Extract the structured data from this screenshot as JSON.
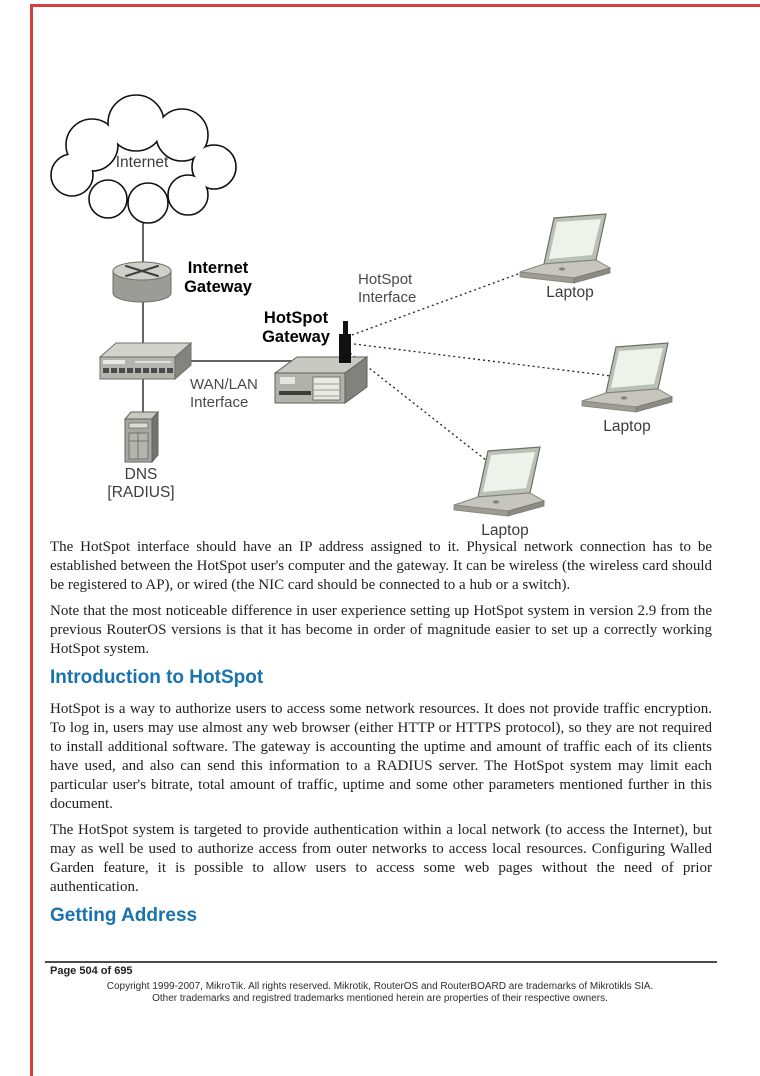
{
  "colors": {
    "red_border": "#d34040",
    "heading_blue": "#1973ad",
    "body_text": "#1f1f1f",
    "interface_label_gray": "#4a4a4a"
  },
  "diagram": {
    "labels": {
      "internet_cloud": "Internet",
      "internet_gateway_line1": "Internet",
      "internet_gateway_line2": "Gateway",
      "hotspot_gateway_line1": "HotSpot",
      "hotspot_gateway_line2": "Gateway",
      "hotspot_interface_line1": "HotSpot",
      "hotspot_interface_line2": "Interface",
      "wanlan_interface_line1": "WAN/LAN",
      "wanlan_interface_line2": "Interface",
      "dns_line1": "DNS",
      "dns_line2": "[RADIUS]",
      "laptop_top": "Laptop",
      "laptop_right": "Laptop",
      "laptop_bottom": "Laptop"
    }
  },
  "content": {
    "paragraph1": "The HotSpot interface should have an IP address assigned to it. Physical network connection has to be established between the HotSpot user's computer and the gateway. It can be wireless (the wireless card should be registered to AP), or wired (the NIC card should be connected to a hub or a switch).",
    "paragraph2": "Note that the most noticeable difference in user experience setting up HotSpot system in version 2.9 from the previous RouterOS versions is that it has become in order of magnitude easier to set up a correctly working HotSpot system.",
    "heading_introduction": "Introduction to HotSpot",
    "paragraph3": "HotSpot is a way to authorize users to access some network resources. It does not provide traffic encryption. To log in, users may use almost any web browser (either HTTP or HTTPS protocol), so they are not required to install additional software. The gateway is accounting the uptime and amount of traffic each of its clients have used, and also can send this information to a RADIUS server. The HotSpot system may limit each particular user's bitrate, total amount of traffic, uptime and some other parameters mentioned further in this document.",
    "paragraph4": "The HotSpot system is targeted to provide authentication within a local network (to access the Internet), but may as well be used to authorize access from outer networks to access local resources. Configuring Walled Garden feature, it is possible to allow users to access some web pages without the need of prior authentication.",
    "heading_getting_address": "Getting Address"
  },
  "footer": {
    "page_label": "Page 504 of 695",
    "copyright_line1": "Copyright 1999-2007, MikroTik. All rights reserved. Mikrotik, RouterOS and RouterBOARD are trademarks of Mikrotikls SIA.",
    "copyright_line2": "Other trademarks and registred trademarks mentioned herein are properties of their respective owners."
  }
}
